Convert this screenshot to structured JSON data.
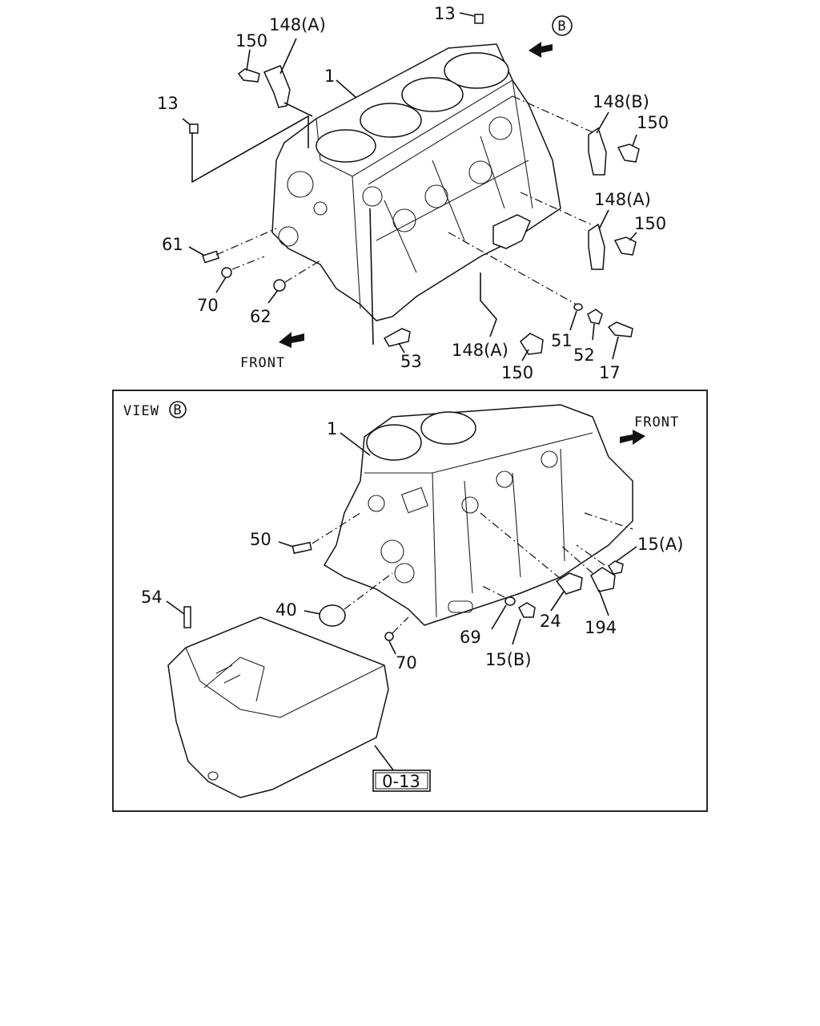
{
  "top": {
    "arrow_b_label": "B",
    "front_label": "FRONT",
    "callouts": {
      "block": "1",
      "plug_top": "13",
      "plug_left": "13",
      "bracket_top_left": "148(A)",
      "bolt_top_left": "150",
      "bracket_right_b": "148(B)",
      "bolt_right_b": "150",
      "bracket_right_a": "148(A)",
      "bolt_right_a": "150",
      "pin_61": "61",
      "plug_70": "70",
      "plug_62": "62",
      "bolt_53": "53",
      "bracket_bottom": "148(A)",
      "bolt_bottom": "150",
      "washer_51": "51",
      "plug_52": "52",
      "sensor_17": "17"
    }
  },
  "view_b": {
    "title": "VIEW",
    "circle_letter": "B",
    "front_label": "FRONT",
    "callouts": {
      "block": "1",
      "pin_50": "50",
      "stud_54": "54",
      "oring_40": "40",
      "plug_70": "70",
      "washer_69": "69",
      "bolt_15b": "15(B)",
      "pipe_24": "24",
      "jet_194": "194",
      "bolt_15a": "15(A)",
      "ref_box": "0-13"
    }
  }
}
